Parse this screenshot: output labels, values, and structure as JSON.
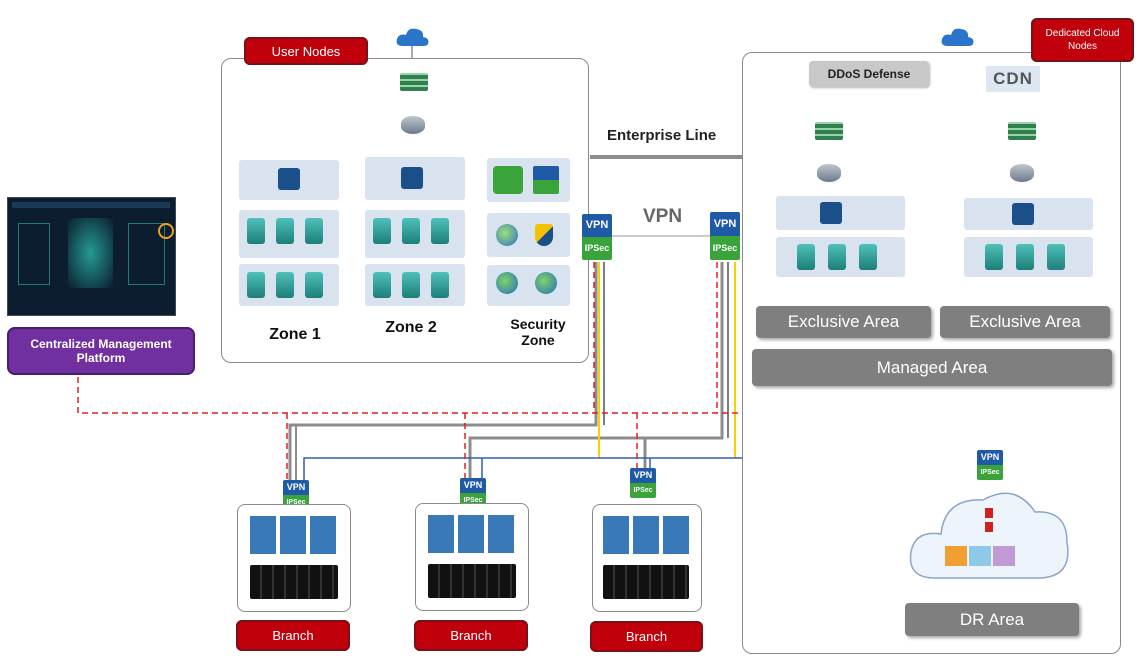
{
  "user_nodes": {
    "tag": "User Nodes",
    "zones": [
      "Zone 1",
      "Zone 2",
      "Security Zone"
    ]
  },
  "dedicated": {
    "tag": "Dedicated Cloud Nodes",
    "ddos": "DDoS Defense",
    "cdn": "CDN",
    "exclusive_1": "Exclusive Area",
    "exclusive_2": "Exclusive Area",
    "managed": "Managed Area",
    "dr": "DR Area"
  },
  "links": {
    "enterprise_line": "Enterprise Line",
    "vpn": "VPN"
  },
  "vpn_badge": {
    "top": "VPN",
    "bottom": "IPSec"
  },
  "management": {
    "label": "Centralized Management Platform"
  },
  "branches": [
    "Branch",
    "Branch",
    "Branch"
  ],
  "colors": {
    "red_tag": "#c0000b",
    "purple": "#7030a0",
    "gray_bar": "#7f7f7f",
    "dashed_red": "#e02020",
    "yellow_link": "#f2d300",
    "blue_link": "#2f5fb3",
    "gray_link": "#8c8c8c"
  }
}
